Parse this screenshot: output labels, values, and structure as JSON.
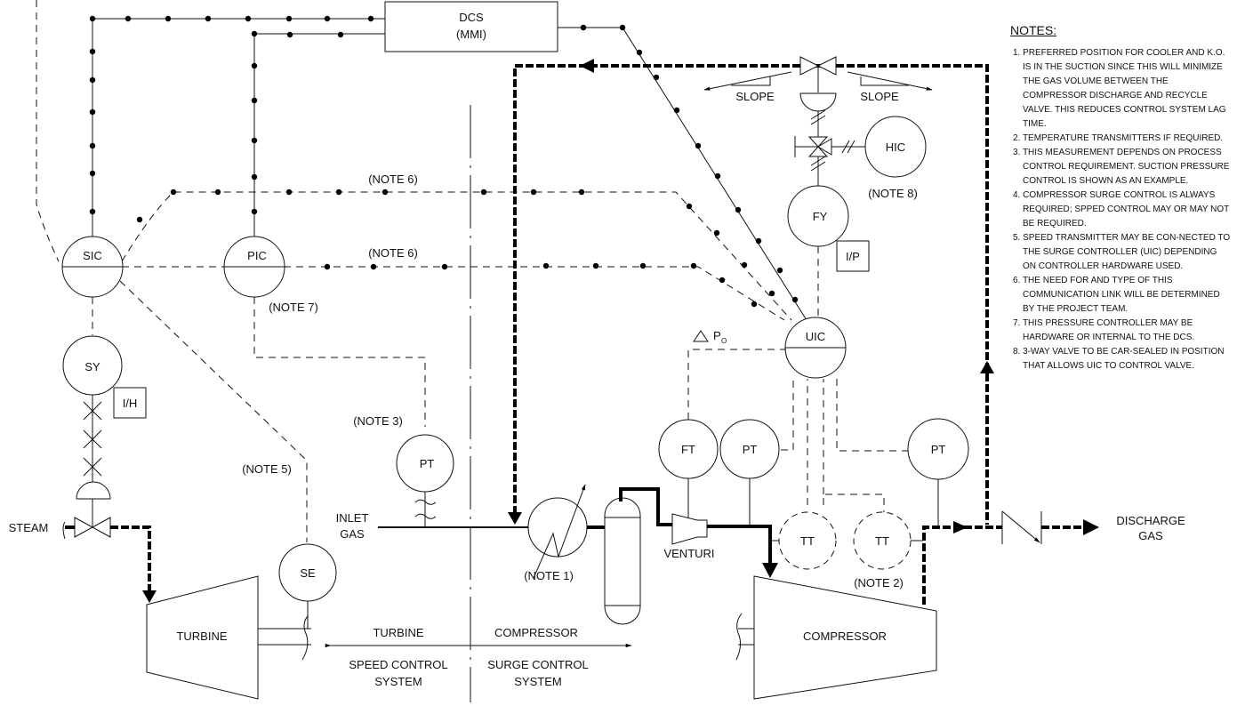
{
  "diagram": {
    "title": "Compressor Surge and Turbine Speed Control System",
    "instruments": {
      "dcs": {
        "line1": "DCS",
        "line2": "(MMI)"
      },
      "sic": "SIC",
      "pic": "PIC",
      "sy": "SY",
      "ih": "I/H",
      "se": "SE",
      "pt_inlet": "PT",
      "hic": "HIC",
      "fy": "FY",
      "ip": "I/P",
      "uic": "UIC",
      "ft": "FT",
      "pt_venturi": "PT",
      "pt_discharge": "PT",
      "tt1": "TT",
      "tt2": "TT",
      "delta_p": "P",
      "delta_p_sub": "O"
    },
    "labels": {
      "steam": "STEAM",
      "turbine": "TURBINE",
      "compressor": "COMPRESSOR",
      "venturi": "VENTURI",
      "inlet_gas_1": "INLET",
      "inlet_gas_2": "GAS",
      "discharge_gas_1": "DISCHARGE",
      "discharge_gas_2": "GAS",
      "slope_left": "SLOPE",
      "slope_right": "SLOPE",
      "turbine_side": "TURBINE",
      "compressor_side": "COMPRESSOR",
      "speed_control_1": "SPEED CONTROL",
      "speed_control_2": "SYSTEM",
      "surge_control_1": "SURGE CONTROL",
      "surge_control_2": "SYSTEM"
    },
    "note_refs": {
      "note1": "(NOTE 1)",
      "note2": "(NOTE 2)",
      "note3": "(NOTE 3)",
      "note5": "(NOTE 5)",
      "note6a": "(NOTE 6)",
      "note6b": "(NOTE 6)",
      "note7": "(NOTE 7)",
      "note8": "(NOTE 8)"
    }
  },
  "notes": {
    "title": "NOTES:",
    "items": [
      "1. PREFERRED POSITION FOR COOLER AND K.O. IS IN THE SUCTION SINCE THIS WILL MINIMIZE THE GAS VOLUME BETWEEN THE COMPRESSOR DISCHARGE AND RECYCLE VALVE. THIS REDUCES CONTROL SYSTEM LAG TIME.",
      "2. TEMPERATURE TRANSMITTERS IF REQUIRED.",
      "3. THIS MEASUREMENT DEPENDS ON PROCESS CONTROL REQUIREMENT. SUCTION PRESSURE CONTROL IS SHOWN AS AN EXAMPLE.",
      "4. COMPRESSOR SURGE CONTROL IS ALWAYS REQUIRED; SPPED CONTROL MAY OR MAY NOT BE REQUIRED.",
      "5. SPEED TRANSMITTER MAY BE CON-NECTED TO THE SURGE CONTROLLER (UIC) DEPENDING ON CONTROLLER HARDWARE USED.",
      "6. THE NEED FOR AND TYPE OF THIS COMMUNICATION LINK WILL BE DETERMINED BY THE PROJECT TEAM.",
      "7. THIS PRESSURE CONTROLLER MAY BE HARDWARE OR INTERNAL TO THE DCS.",
      "8. 3-WAY VALVE TO BE CAR-SEALED IN POSITION THAT ALLOWS UIC TO CONTROL VALVE."
    ]
  }
}
